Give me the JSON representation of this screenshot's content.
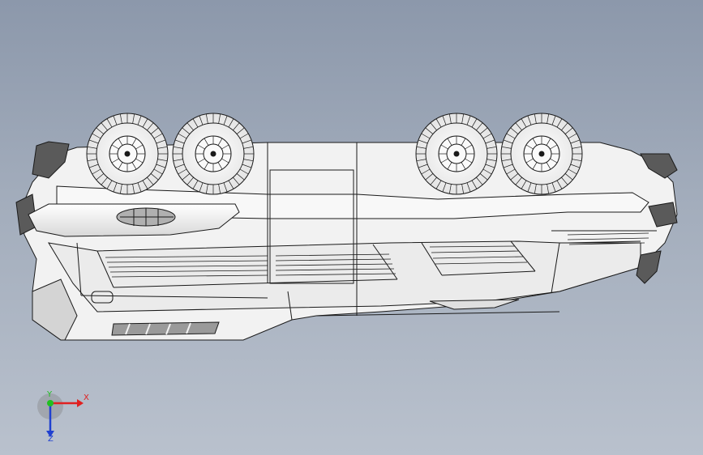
{
  "viewport": {
    "background_top": "#8c98ab",
    "background_bottom": "#b9c1cd",
    "model_line_color": "#1a1a1a",
    "model_fill_light": "#f2f2f2",
    "model_fill_shade": "#c8c8c8",
    "model_fill_dark": "#5a5a5a"
  },
  "triad": {
    "x_label": "X",
    "y_label": "Y",
    "z_label": "Z",
    "x_color": "#e02020",
    "y_color": "#20c020",
    "z_color": "#2040d0"
  }
}
